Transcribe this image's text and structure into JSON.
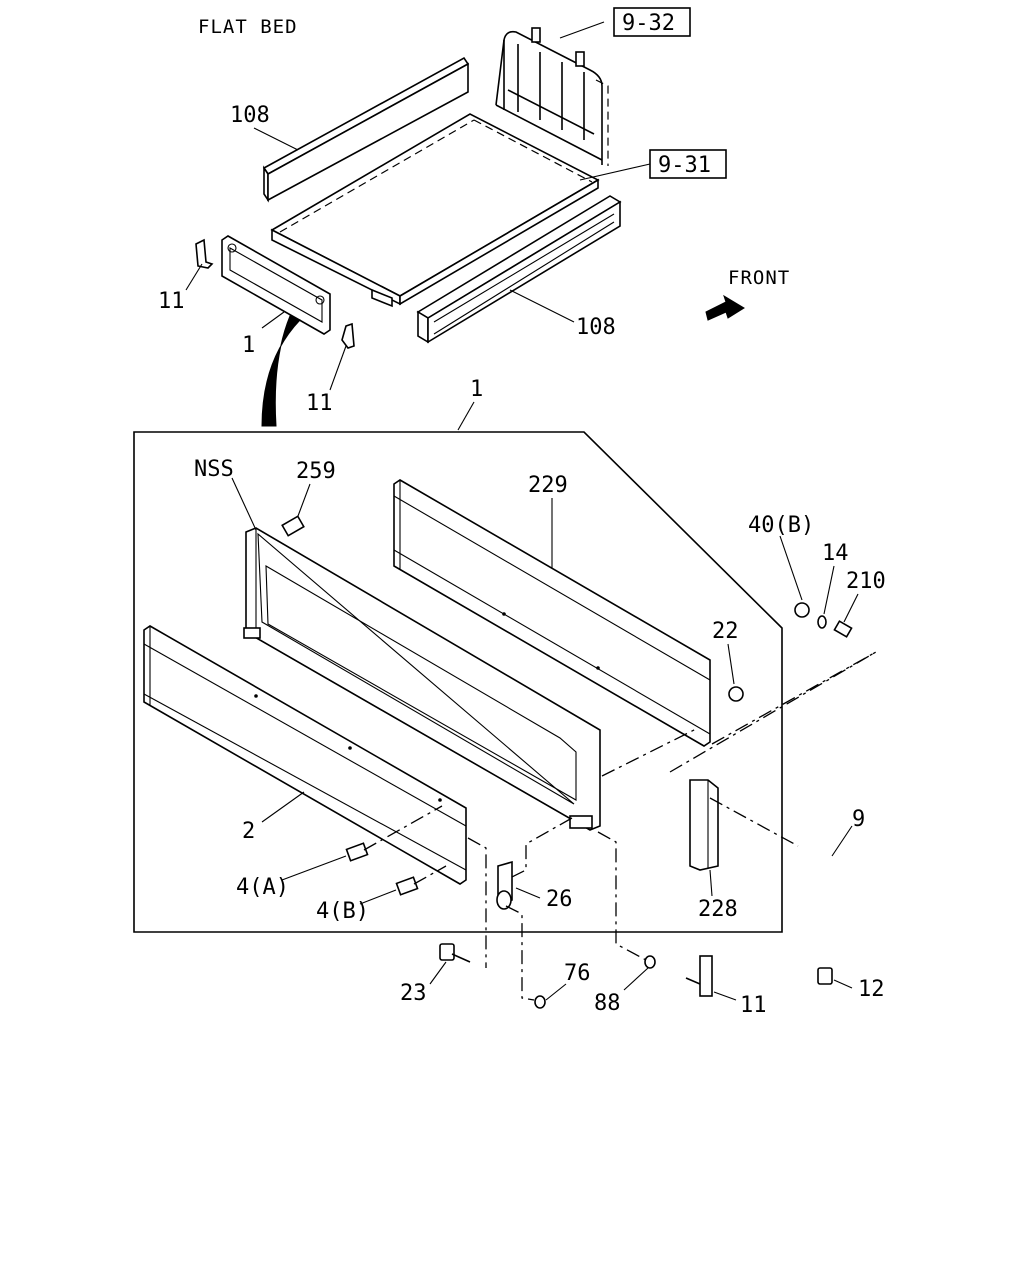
{
  "title": "FLAT BED",
  "front_label": "FRONT",
  "refs": {
    "r932": "9-32",
    "r931": "9-31"
  },
  "labels": {
    "p108a": "108",
    "p108b": "108",
    "p11a": "11",
    "p1a": "1",
    "p11b": "11",
    "p1b": "1",
    "nss": "NSS",
    "p259": "259",
    "p229": "229",
    "p40b": "40(B)",
    "p14": "14",
    "p210": "210",
    "p22": "22",
    "p2": "2",
    "p9": "9",
    "p4a": "4(A)",
    "p4b": "4(B)",
    "p26": "26",
    "p228": "228",
    "p76": "76",
    "p23": "23",
    "p88": "88",
    "p11c": "11",
    "p12": "12"
  }
}
